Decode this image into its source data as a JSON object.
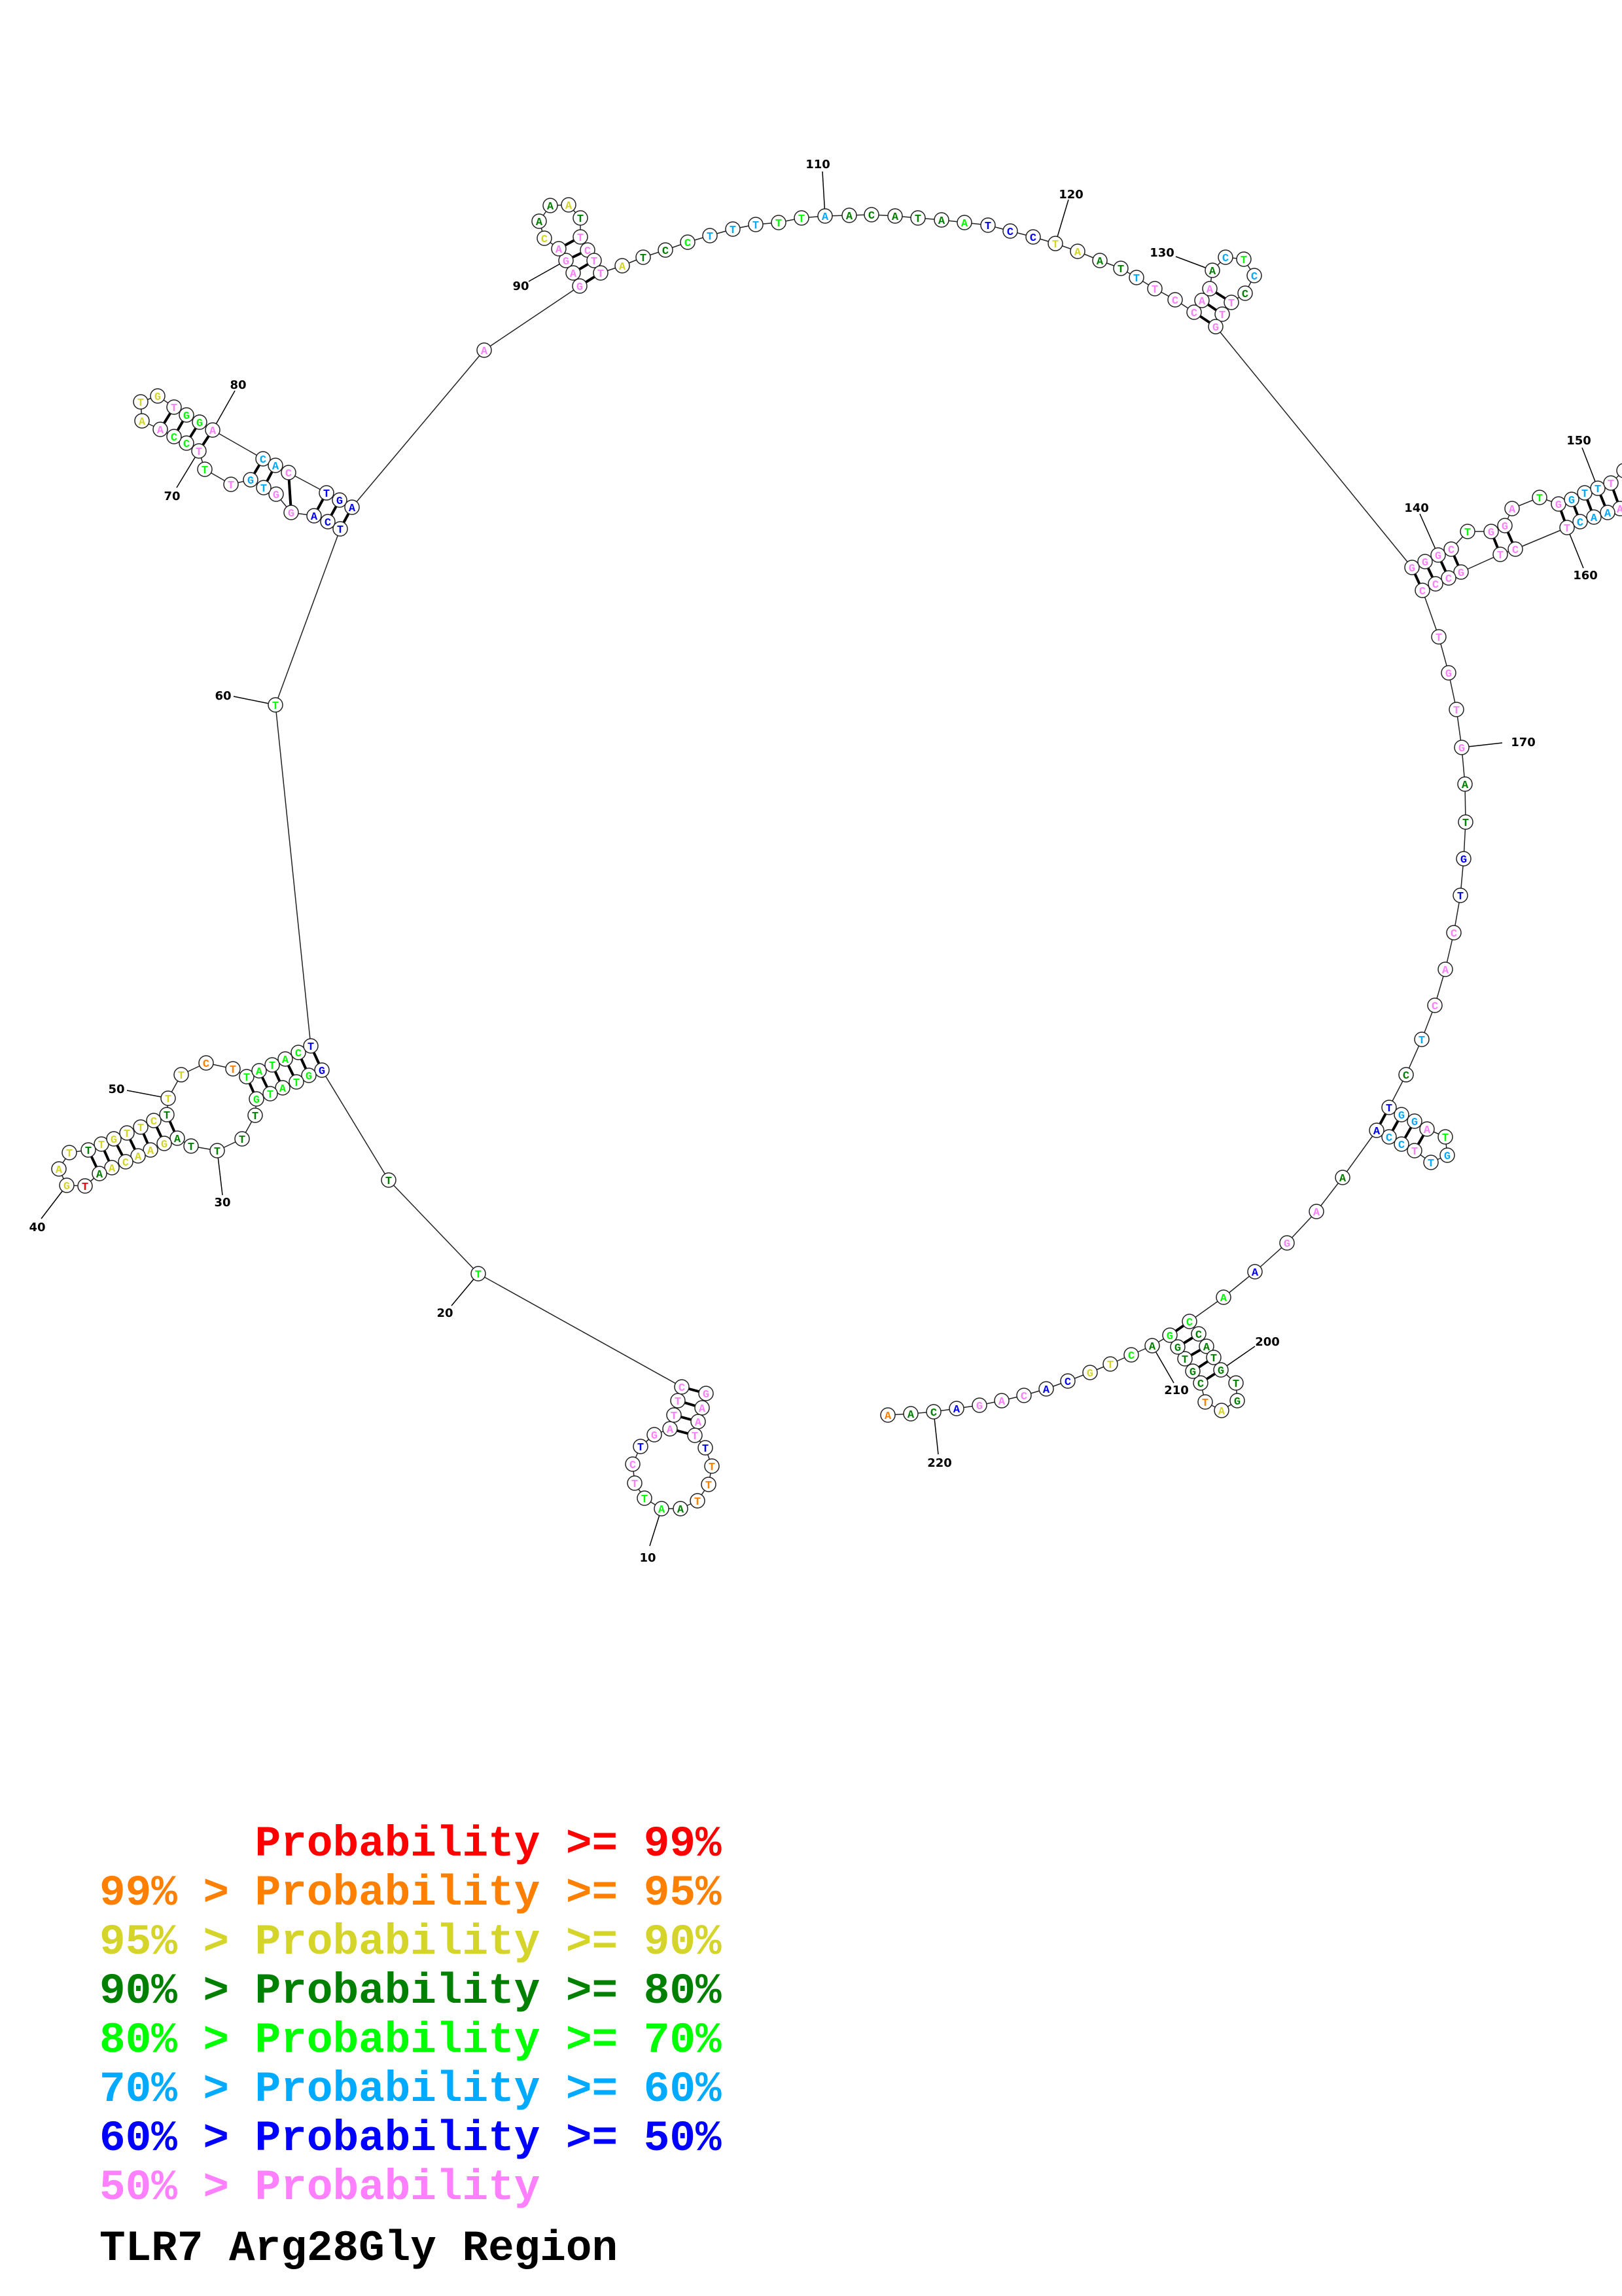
{
  "structure": {
    "title": "TLR7 Arg28Gly Region",
    "position_labels": [
      "10",
      "20",
      "30",
      "40",
      "50",
      "60",
      "70",
      "80",
      "90",
      "110",
      "120",
      "130",
      "140",
      "150",
      "160",
      "170",
      "200",
      "210",
      "220"
    ],
    "nucleotides": [
      {
        "n": 1,
        "b": "G",
        "p": "p"
      },
      {
        "n": 2,
        "b": "A",
        "p": "p"
      },
      {
        "n": 3,
        "b": "A",
        "p": "p"
      },
      {
        "n": 4,
        "b": "T",
        "p": "p"
      },
      {
        "n": 5,
        "b": "T",
        "p": "b"
      },
      {
        "n": 6,
        "b": "T",
        "p": "o"
      },
      {
        "n": 7,
        "b": "T",
        "p": "o"
      },
      {
        "n": 8,
        "b": "T",
        "p": "o"
      },
      {
        "n": 9,
        "b": "A",
        "p": "d"
      },
      {
        "n": 10,
        "b": "A",
        "p": "g"
      },
      {
        "n": 11,
        "b": "T",
        "p": "g"
      },
      {
        "n": 12,
        "b": "T",
        "p": "p"
      },
      {
        "n": 13,
        "b": "C",
        "p": "p"
      },
      {
        "n": 14,
        "b": "T",
        "p": "b"
      },
      {
        "n": 15,
        "b": "G",
        "p": "p"
      },
      {
        "n": 16,
        "b": "A",
        "p": "p"
      },
      {
        "n": 17,
        "b": "T",
        "p": "p"
      },
      {
        "n": 18,
        "b": "T",
        "p": "p"
      },
      {
        "n": 19,
        "b": "C",
        "p": "p"
      },
      {
        "n": 20,
        "b": "T",
        "p": "g"
      },
      {
        "n": 21,
        "b": "T",
        "p": "d"
      },
      {
        "n": 22,
        "b": "G",
        "p": "b"
      },
      {
        "n": 23,
        "b": "G",
        "p": "g"
      },
      {
        "n": 24,
        "b": "T",
        "p": "g"
      },
      {
        "n": 25,
        "b": "A",
        "p": "g"
      },
      {
        "n": 26,
        "b": "T",
        "p": "g"
      },
      {
        "n": 27,
        "b": "G",
        "p": "g"
      },
      {
        "n": 28,
        "b": "T",
        "p": "d"
      },
      {
        "n": 29,
        "b": "T",
        "p": "d"
      },
      {
        "n": 30,
        "b": "T",
        "p": "d"
      },
      {
        "n": 31,
        "b": "T",
        "p": "d"
      },
      {
        "n": 32,
        "b": "A",
        "p": "d"
      },
      {
        "n": 33,
        "b": "G",
        "p": "y"
      },
      {
        "n": 34,
        "b": "A",
        "p": "y"
      },
      {
        "n": 35,
        "b": "A",
        "p": "y"
      },
      {
        "n": 36,
        "b": "C",
        "p": "y"
      },
      {
        "n": 37,
        "b": "A",
        "p": "y"
      },
      {
        "n": 38,
        "b": "A",
        "p": "d"
      },
      {
        "n": 39,
        "b": "T",
        "p": "r"
      },
      {
        "n": 40,
        "b": "G",
        "p": "y"
      },
      {
        "n": 41,
        "b": "A",
        "p": "y"
      },
      {
        "n": 42,
        "b": "T",
        "p": "y"
      },
      {
        "n": 43,
        "b": "T",
        "p": "d"
      },
      {
        "n": 44,
        "b": "T",
        "p": "y"
      },
      {
        "n": 45,
        "b": "G",
        "p": "y"
      },
      {
        "n": 46,
        "b": "T",
        "p": "y"
      },
      {
        "n": 47,
        "b": "T",
        "p": "y"
      },
      {
        "n": 48,
        "b": "C",
        "p": "y"
      },
      {
        "n": 49,
        "b": "T",
        "p": "d"
      },
      {
        "n": 50,
        "b": "T",
        "p": "y"
      },
      {
        "n": 51,
        "b": "T",
        "p": "y"
      },
      {
        "n": 52,
        "b": "C",
        "p": "o"
      },
      {
        "n": 53,
        "b": "T",
        "p": "o"
      },
      {
        "n": 54,
        "b": "T",
        "p": "g"
      },
      {
        "n": 55,
        "b": "A",
        "p": "g"
      },
      {
        "n": 56,
        "b": "T",
        "p": "g"
      },
      {
        "n": 57,
        "b": "A",
        "p": "g"
      },
      {
        "n": 58,
        "b": "C",
        "p": "g"
      },
      {
        "n": 59,
        "b": "T",
        "p": "b"
      },
      {
        "n": 60,
        "b": "T",
        "p": "g"
      },
      {
        "n": 61,
        "b": "T",
        "p": "b"
      },
      {
        "n": 62,
        "b": "C",
        "p": "b"
      },
      {
        "n": 63,
        "b": "A",
        "p": "b"
      },
      {
        "n": 64,
        "b": "G",
        "p": "p"
      },
      {
        "n": 65,
        "b": "G",
        "p": "p"
      },
      {
        "n": 66,
        "b": "T",
        "p": "c"
      },
      {
        "n": 67,
        "b": "G",
        "p": "c"
      },
      {
        "n": 68,
        "b": "T",
        "p": "p"
      },
      {
        "n": 69,
        "b": "T",
        "p": "g"
      },
      {
        "n": 70,
        "b": "T",
        "p": "p"
      },
      {
        "n": 71,
        "b": "C",
        "p": "g"
      },
      {
        "n": 72,
        "b": "C",
        "p": "g"
      },
      {
        "n": 73,
        "b": "A",
        "p": "p"
      },
      {
        "n": 74,
        "b": "A",
        "p": "y"
      },
      {
        "n": 75,
        "b": "T",
        "p": "y"
      },
      {
        "n": 76,
        "b": "G",
        "p": "y"
      },
      {
        "n": 77,
        "b": "T",
        "p": "p"
      },
      {
        "n": 78,
        "b": "G",
        "p": "g"
      },
      {
        "n": 79,
        "b": "G",
        "p": "g"
      },
      {
        "n": 80,
        "b": "A",
        "p": "p"
      },
      {
        "n": 81,
        "b": "C",
        "p": "c"
      },
      {
        "n": 82,
        "b": "A",
        "p": "c"
      },
      {
        "n": 83,
        "b": "C",
        "p": "p"
      },
      {
        "n": 84,
        "b": "T",
        "p": "b"
      },
      {
        "n": 85,
        "b": "G",
        "p": "b"
      },
      {
        "n": 86,
        "b": "A",
        "p": "b"
      },
      {
        "n": 87,
        "b": "A",
        "p": "p"
      },
      {
        "n": 88,
        "b": "G",
        "p": "p"
      },
      {
        "n": 89,
        "b": "A",
        "p": "p"
      },
      {
        "n": 90,
        "b": "G",
        "p": "p"
      },
      {
        "n": 91,
        "b": "A",
        "p": "p"
      },
      {
        "n": 92,
        "b": "C",
        "p": "y"
      },
      {
        "n": 93,
        "b": "A",
        "p": "d"
      },
      {
        "n": 94,
        "b": "A",
        "p": "d"
      },
      {
        "n": 95,
        "b": "A",
        "p": "y"
      },
      {
        "n": 96,
        "b": "T",
        "p": "d"
      },
      {
        "n": 97,
        "b": "T",
        "p": "p"
      },
      {
        "n": 98,
        "b": "C",
        "p": "p"
      },
      {
        "n": 99,
        "b": "T",
        "p": "p"
      },
      {
        "n": 100,
        "b": "T",
        "p": "p"
      },
      {
        "n": 101,
        "b": "A",
        "p": "y"
      },
      {
        "n": 102,
        "b": "T",
        "p": "d"
      },
      {
        "n": 103,
        "b": "C",
        "p": "d"
      },
      {
        "n": 104,
        "b": "C",
        "p": "g"
      },
      {
        "n": 105,
        "b": "T",
        "p": "c"
      },
      {
        "n": 106,
        "b": "T",
        "p": "c"
      },
      {
        "n": 107,
        "b": "T",
        "p": "c"
      },
      {
        "n": 108,
        "b": "T",
        "p": "g"
      },
      {
        "n": 109,
        "b": "T",
        "p": "g"
      },
      {
        "n": 110,
        "b": "A",
        "p": "c"
      },
      {
        "n": 111,
        "b": "A",
        "p": "d"
      },
      {
        "n": 112,
        "b": "C",
        "p": "d"
      },
      {
        "n": 113,
        "b": "A",
        "p": "d"
      },
      {
        "n": 114,
        "b": "T",
        "p": "d"
      },
      {
        "n": 115,
        "b": "A",
        "p": "d"
      },
      {
        "n": 116,
        "b": "A",
        "p": "g"
      },
      {
        "n": 117,
        "b": "T",
        "p": "b"
      },
      {
        "n": 118,
        "b": "C",
        "p": "b"
      },
      {
        "n": 119,
        "b": "C",
        "p": "b"
      },
      {
        "n": 120,
        "b": "T",
        "p": "y"
      },
      {
        "n": 121,
        "b": "A",
        "p": "y"
      },
      {
        "n": 122,
        "b": "A",
        "p": "d"
      },
      {
        "n": 123,
        "b": "T",
        "p": "d"
      },
      {
        "n": 124,
        "b": "T",
        "p": "c"
      },
      {
        "n": 125,
        "b": "T",
        "p": "p"
      },
      {
        "n": 126,
        "b": "C",
        "p": "p"
      },
      {
        "n": 127,
        "b": "C",
        "p": "p"
      },
      {
        "n": 128,
        "b": "A",
        "p": "p"
      },
      {
        "n": 129,
        "b": "A",
        "p": "p"
      },
      {
        "n": 130,
        "b": "A",
        "p": "d"
      },
      {
        "n": 131,
        "b": "C",
        "p": "c"
      },
      {
        "n": 132,
        "b": "T",
        "p": "g"
      },
      {
        "n": 133,
        "b": "C",
        "p": "c"
      },
      {
        "n": 134,
        "b": "C",
        "p": "d"
      },
      {
        "n": 135,
        "b": "T",
        "p": "p"
      },
      {
        "n": 136,
        "b": "T",
        "p": "p"
      },
      {
        "n": 137,
        "b": "G",
        "p": "p"
      },
      {
        "n": 138,
        "b": "G",
        "p": "p"
      },
      {
        "n": 139,
        "b": "G",
        "p": "p"
      },
      {
        "n": 140,
        "b": "G",
        "p": "p"
      },
      {
        "n": 141,
        "b": "C",
        "p": "p"
      },
      {
        "n": 142,
        "b": "T",
        "p": "g"
      },
      {
        "n": 143,
        "b": "G",
        "p": "p"
      },
      {
        "n": 144,
        "b": "G",
        "p": "p"
      },
      {
        "n": 145,
        "b": "A",
        "p": "p"
      },
      {
        "n": 146,
        "b": "T",
        "p": "g"
      },
      {
        "n": 147,
        "b": "G",
        "p": "p"
      },
      {
        "n": 148,
        "b": "G",
        "p": "c"
      },
      {
        "n": 149,
        "b": "T",
        "p": "c"
      },
      {
        "n": 150,
        "b": "T",
        "p": "c"
      },
      {
        "n": 151,
        "b": "T",
        "p": "p"
      },
      {
        "n": 156,
        "b": "A",
        "p": "p"
      },
      {
        "n": 157,
        "b": "A",
        "p": "c"
      },
      {
        "n": 158,
        "b": "A",
        "p": "c"
      },
      {
        "n": 159,
        "b": "C",
        "p": "c"
      },
      {
        "n": 160,
        "b": "T",
        "p": "p"
      },
      {
        "n": 161,
        "b": "C",
        "p": "p"
      },
      {
        "n": 162,
        "b": "T",
        "p": "p"
      },
      {
        "n": 163,
        "b": "G",
        "p": "p"
      },
      {
        "n": 164,
        "b": "C",
        "p": "p"
      },
      {
        "n": 165,
        "b": "C",
        "p": "p"
      },
      {
        "n": 166,
        "b": "C",
        "p": "p"
      },
      {
        "n": 167,
        "b": "T",
        "p": "p"
      },
      {
        "n": 168,
        "b": "G",
        "p": "p"
      },
      {
        "n": 169,
        "b": "T",
        "p": "p"
      },
      {
        "n": 170,
        "b": "G",
        "p": "p"
      },
      {
        "n": 171,
        "b": "A",
        "p": "d"
      },
      {
        "n": 172,
        "b": "T",
        "p": "d"
      },
      {
        "n": 173,
        "b": "G",
        "p": "b"
      },
      {
        "n": 174,
        "b": "T",
        "p": "b"
      },
      {
        "n": 175,
        "b": "C",
        "p": "p"
      },
      {
        "n": 176,
        "b": "A",
        "p": "p"
      },
      {
        "n": 177,
        "b": "C",
        "p": "p"
      },
      {
        "n": 178,
        "b": "T",
        "p": "c"
      },
      {
        "n": 179,
        "b": "C",
        "p": "d"
      },
      {
        "n": 180,
        "b": "T",
        "p": "b"
      },
      {
        "n": 181,
        "b": "G",
        "p": "c"
      },
      {
        "n": 182,
        "b": "G",
        "p": "c"
      },
      {
        "n": 183,
        "b": "A",
        "p": "p"
      },
      {
        "n": 184,
        "b": "T",
        "p": "g"
      },
      {
        "n": 185,
        "b": "G",
        "p": "c"
      },
      {
        "n": 186,
        "b": "T",
        "p": "c"
      },
      {
        "n": 187,
        "b": "T",
        "p": "p"
      },
      {
        "n": 188,
        "b": "C",
        "p": "c"
      },
      {
        "n": 189,
        "b": "C",
        "p": "c"
      },
      {
        "n": 190,
        "b": "A",
        "p": "b"
      },
      {
        "n": 191,
        "b": "A",
        "p": "d"
      },
      {
        "n": 192,
        "b": "A",
        "p": "p"
      },
      {
        "n": 193,
        "b": "G",
        "p": "p"
      },
      {
        "n": 194,
        "b": "A",
        "p": "b"
      },
      {
        "n": 195,
        "b": "A",
        "p": "g"
      },
      {
        "n": 196,
        "b": "C",
        "p": "g"
      },
      {
        "n": 197,
        "b": "C",
        "p": "d"
      },
      {
        "n": 198,
        "b": "A",
        "p": "d"
      },
      {
        "n": 199,
        "b": "T",
        "p": "d"
      },
      {
        "n": 200,
        "b": "G",
        "p": "d"
      },
      {
        "n": 201,
        "b": "T",
        "p": "d"
      },
      {
        "n": 202,
        "b": "G",
        "p": "d"
      },
      {
        "n": 203,
        "b": "A",
        "p": "y"
      },
      {
        "n": 204,
        "b": "T",
        "p": "o"
      },
      {
        "n": 205,
        "b": "C",
        "p": "d"
      },
      {
        "n": 206,
        "b": "G",
        "p": "d"
      },
      {
        "n": 207,
        "b": "T",
        "p": "d"
      },
      {
        "n": 208,
        "b": "G",
        "p": "d"
      },
      {
        "n": 209,
        "b": "G",
        "p": "g"
      },
      {
        "n": 210,
        "b": "A",
        "p": "d"
      },
      {
        "n": 211,
        "b": "C",
        "p": "g"
      },
      {
        "n": 212,
        "b": "T",
        "p": "y"
      },
      {
        "n": 213,
        "b": "G",
        "p": "y"
      },
      {
        "n": 214,
        "b": "C",
        "p": "b"
      },
      {
        "n": 215,
        "b": "A",
        "p": "b"
      },
      {
        "n": 216,
        "b": "C",
        "p": "p"
      },
      {
        "n": 217,
        "b": "A",
        "p": "p"
      },
      {
        "n": 218,
        "b": "G",
        "p": "p"
      },
      {
        "n": 219,
        "b": "A",
        "p": "b"
      },
      {
        "n": 220,
        "b": "C",
        "p": "d"
      },
      {
        "n": 221,
        "b": "A",
        "p": "d"
      },
      {
        "n": 222,
        "b": "A",
        "p": "o"
      }
    ],
    "base_pairs": [
      [
        1,
        19
      ],
      [
        2,
        18
      ],
      [
        3,
        17
      ],
      [
        4,
        16
      ],
      [
        22,
        59
      ],
      [
        23,
        58
      ],
      [
        24,
        57
      ],
      [
        25,
        56
      ],
      [
        26,
        55
      ],
      [
        27,
        54
      ],
      [
        32,
        49
      ],
      [
        33,
        48
      ],
      [
        34,
        47
      ],
      [
        35,
        46
      ],
      [
        36,
        45
      ],
      [
        37,
        44
      ],
      [
        38,
        43
      ],
      [
        61,
        86
      ],
      [
        62,
        85
      ],
      [
        63,
        84
      ],
      [
        64,
        83
      ],
      [
        66,
        82
      ],
      [
        67,
        81
      ],
      [
        70,
        80
      ],
      [
        71,
        79
      ],
      [
        72,
        78
      ],
      [
        73,
        77
      ],
      [
        88,
        100
      ],
      [
        89,
        99
      ],
      [
        90,
        98
      ],
      [
        91,
        97
      ],
      [
        127,
        137
      ],
      [
        128,
        136
      ],
      [
        129,
        135
      ],
      [
        138,
        166
      ],
      [
        139,
        165
      ],
      [
        140,
        164
      ],
      [
        141,
        163
      ],
      [
        143,
        162
      ],
      [
        144,
        161
      ],
      [
        147,
        160
      ],
      [
        148,
        159
      ],
      [
        149,
        158
      ],
      [
        150,
        157
      ],
      [
        151,
        156
      ],
      [
        180,
        190
      ],
      [
        181,
        189
      ],
      [
        182,
        188
      ],
      [
        183,
        187
      ],
      [
        196,
        209
      ],
      [
        197,
        208
      ],
      [
        198,
        207
      ],
      [
        199,
        206
      ],
      [
        200,
        205
      ]
    ]
  },
  "legend": {
    "colors": {
      "r": "#ff0000",
      "o": "#ff8000",
      "y": "#d4d42a",
      "d": "#008000",
      "g": "#00ff00",
      "c": "#00aaff",
      "b": "#0000ff",
      "p": "#ff80ff"
    },
    "lines": [
      {
        "text": "      Probability >= 99%",
        "color": "#ff0000"
      },
      {
        "text": "99% > Probability >= 95%",
        "color": "#ff8000"
      },
      {
        "text": "95% > Probability >= 90%",
        "color": "#d4d42a"
      },
      {
        "text": "90% > Probability >= 80%",
        "color": "#008000"
      },
      {
        "text": "80% > Probability >= 70%",
        "color": "#00ff00"
      },
      {
        "text": "70% > Probability >= 60%",
        "color": "#00aaff"
      },
      {
        "text": "60% > Probability >= 50%",
        "color": "#0000ff"
      },
      {
        "text": "50% > Probability",
        "color": "#ff80ff"
      }
    ]
  }
}
